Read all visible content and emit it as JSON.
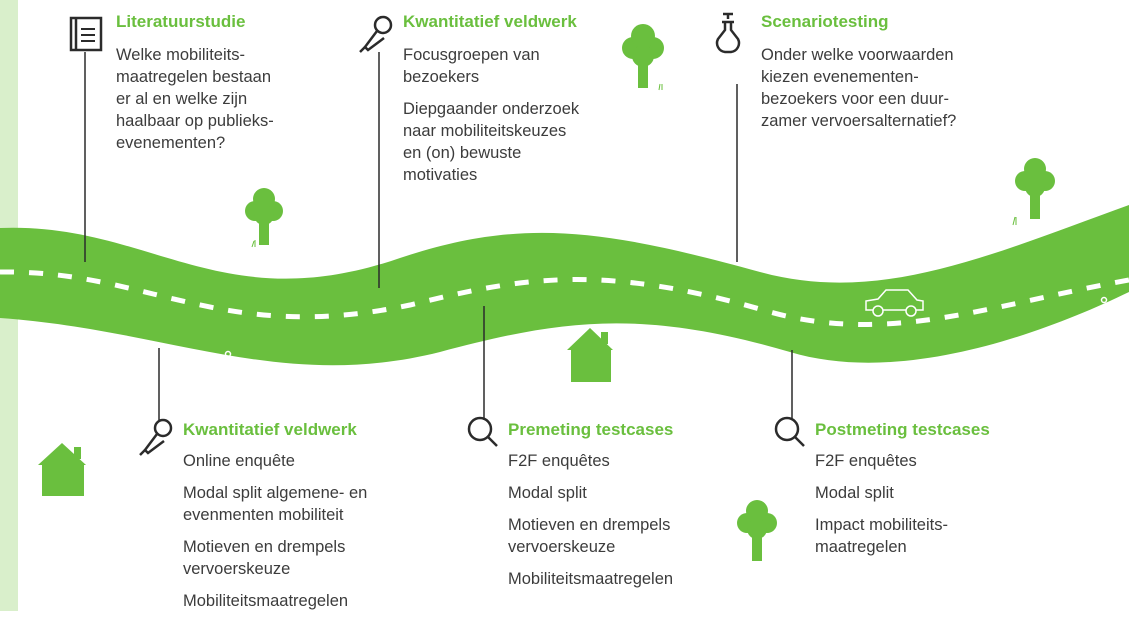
{
  "colors": {
    "road": "#6abf3e",
    "accent": "#6abf3e",
    "left_band": "#d9efcb",
    "text": "#3c3c3c",
    "line": "#2b2b2b",
    "dash": "#ffffff"
  },
  "top_steps": [
    {
      "icon": "book-icon",
      "title": "Literatuurstudie",
      "items": [
        "Welke mobiliteits-\nmaatregelen bestaan\ner al en welke zijn\nhaalbaar op publieks-\nevenementen?"
      ]
    },
    {
      "icon": "microphone-icon",
      "title": "Kwantitatief veldwerk",
      "items": [
        "Focusgroepen van\nbezoekers",
        "Diepgaander onderzoek\nnaar mobiliteitskeuzes\nen (on) bewuste\nmotivaties"
      ]
    },
    {
      "icon": "flask-icon",
      "title": "Scenariotesting",
      "items": [
        "Onder welke voorwaarden\nkiezen evenementen-\nbezoekers voor een duur-\nzamer vervoersalternatief?"
      ]
    }
  ],
  "bottom_steps": [
    {
      "icon": "microphone-icon",
      "title": "Kwantitatief veldwerk",
      "items": [
        "Online enquête",
        "Modal split algemene- en\nevenmenten mobiliteit",
        "Motieven en drempels\nvervoerskeuze",
        "Mobiliteitsmaatregelen"
      ]
    },
    {
      "icon": "magnifier-icon",
      "title": "Premeting testcases",
      "items": [
        "F2F enquêtes",
        "Modal split",
        "Motieven en drempels\nvervoerskeuze",
        "Mobiliteitsmaatregelen"
      ]
    },
    {
      "icon": "magnifier-icon",
      "title": "Postmeting testcases",
      "items": [
        "F2F enquêtes",
        "Modal split",
        "Impact mobiliteits-\nmaatregelen"
      ]
    }
  ]
}
